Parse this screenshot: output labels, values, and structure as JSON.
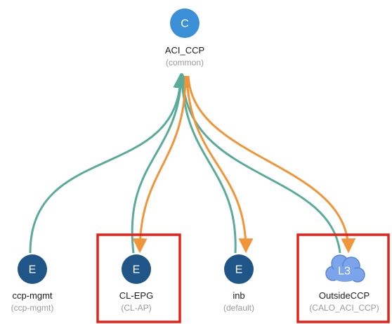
{
  "colors": {
    "consumer_link": "#5aab9a",
    "provider_link": "#f0953a",
    "root_node": "#3a8fd6",
    "epg_node": "#1f5587",
    "l3out_node": "#7ba4ea",
    "highlight": "#e2231a"
  },
  "root": {
    "letter": "C",
    "title": "ACI_CCP",
    "subtitle": "(common)",
    "icon": "contract-circle-icon"
  },
  "nodes": [
    {
      "key": "ccp-mgmt",
      "letter": "E",
      "title": "ccp-mgmt",
      "subtitle": "(ccp-mgmt)",
      "icon": "epg-circle-icon",
      "highlighted": false
    },
    {
      "key": "cl-epg",
      "letter": "E",
      "title": "CL-EPG",
      "subtitle": "(CL-AP)",
      "icon": "epg-circle-icon",
      "highlighted": true
    },
    {
      "key": "inb",
      "letter": "E",
      "title": "inb",
      "subtitle": "(default)",
      "icon": "epg-circle-icon",
      "highlighted": false
    },
    {
      "key": "outsideccp",
      "letter": "L3",
      "title": "OutsideCCP",
      "subtitle": "(CALO_ACI_CCP)",
      "icon": "l3out-cloud-icon",
      "highlighted": true
    }
  ],
  "links": [
    {
      "from": "ccp-mgmt",
      "type": "consumer"
    },
    {
      "from": "cl-epg",
      "type": "consumer"
    },
    {
      "from": "inb",
      "type": "consumer"
    },
    {
      "from": "outsideccp",
      "type": "consumer"
    },
    {
      "to": "cl-epg",
      "type": "provider"
    },
    {
      "to": "inb",
      "type": "provider"
    },
    {
      "to": "outsideccp",
      "type": "provider"
    }
  ]
}
